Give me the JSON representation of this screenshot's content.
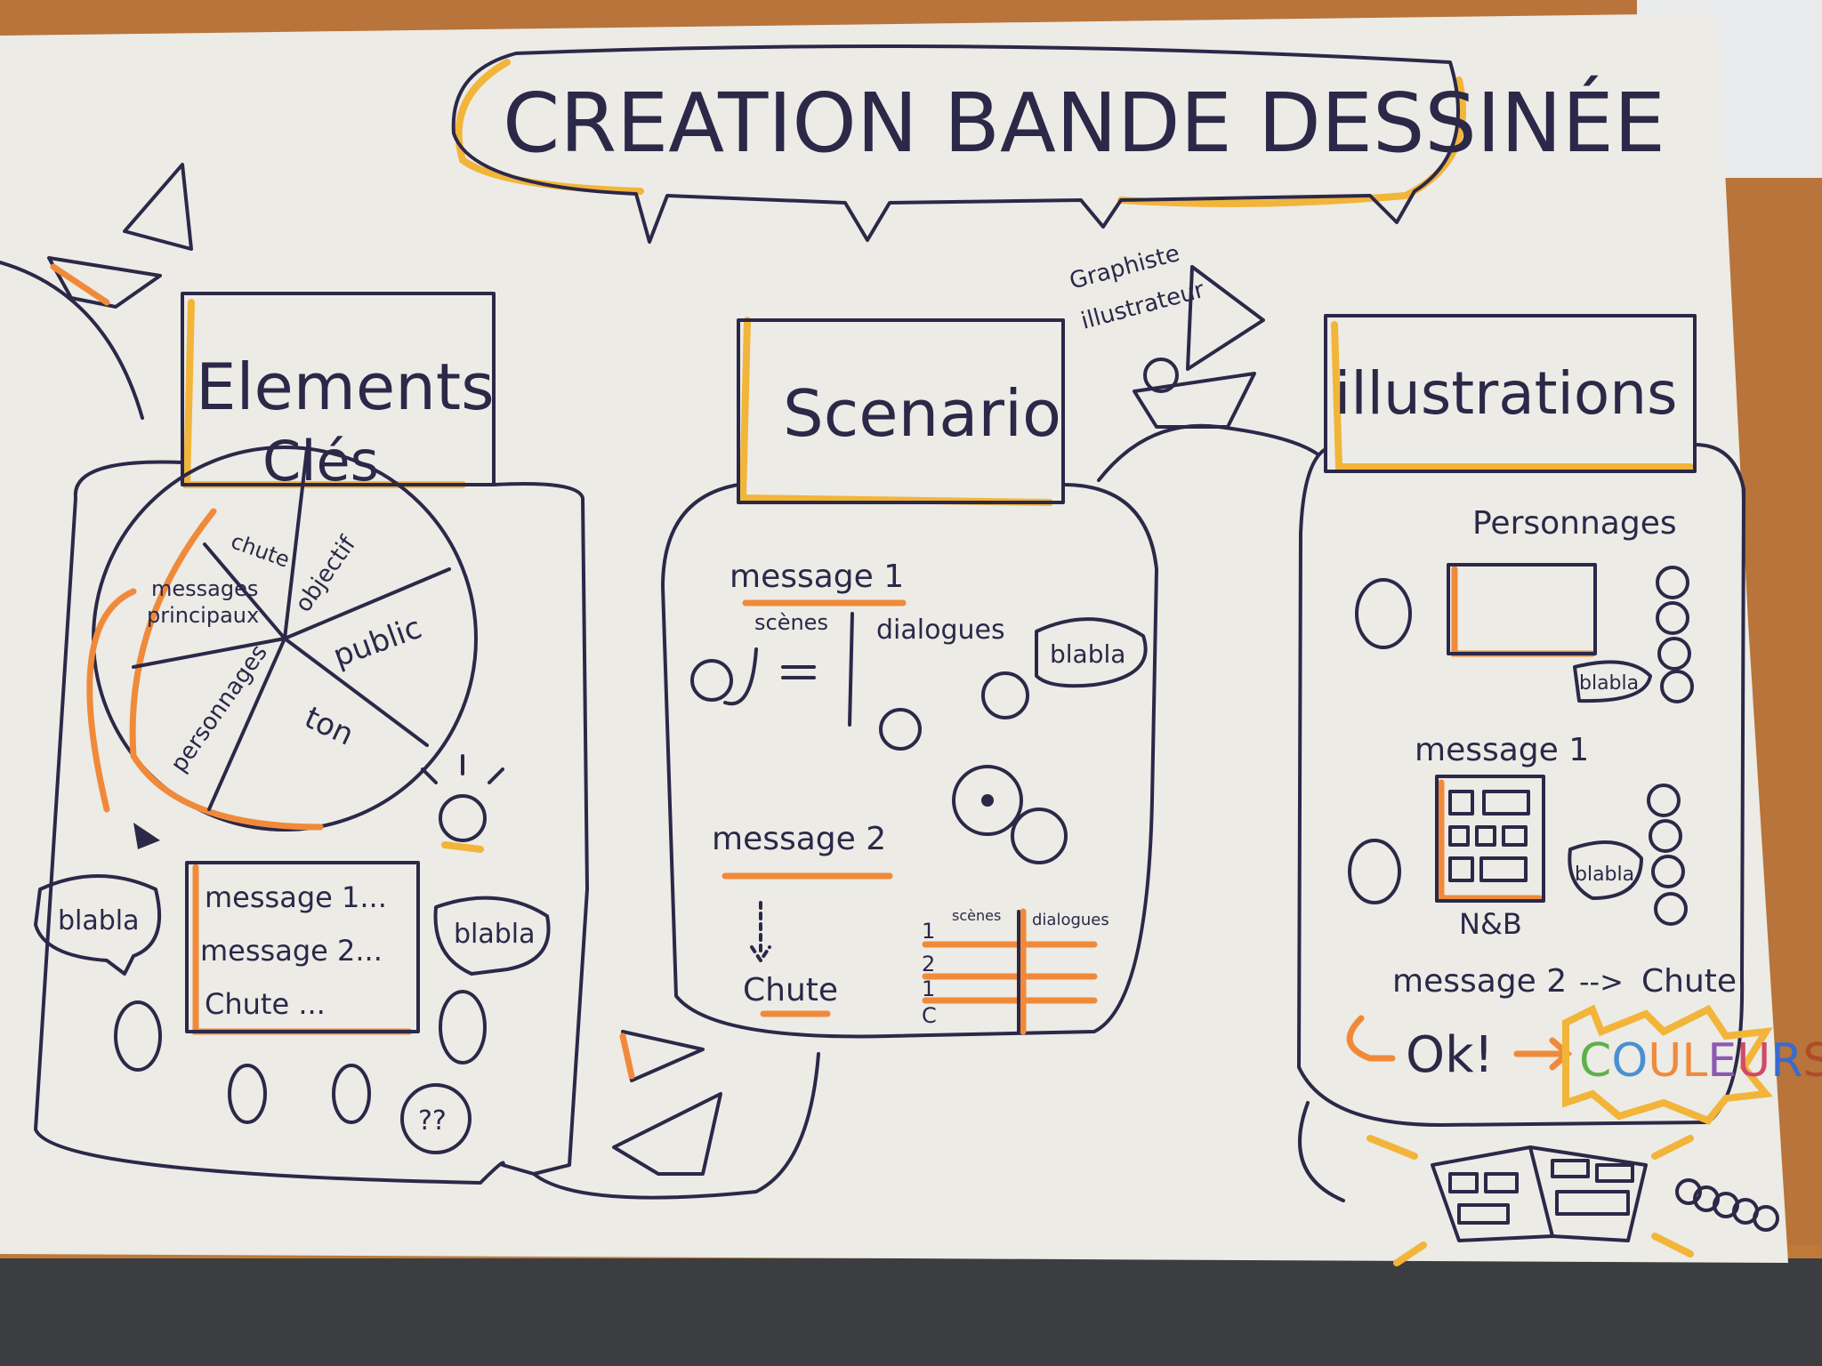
{
  "title": "CREATION BANDE DESSINÉE",
  "left": {
    "box_line1": "Elements",
    "box_line2": "Clés",
    "pie_labels": [
      "chute",
      "objectif",
      "messages",
      "principaux",
      "public",
      "ton",
      "personnages"
    ],
    "list": [
      "message 1...",
      "message 2...",
      "Chute ..."
    ],
    "bubble1": "blabla",
    "bubble2": "blabla",
    "question": "??"
  },
  "middle": {
    "box": "Scenario",
    "annotation_line1": "Graphiste",
    "annotation_line2": "illustrateur",
    "message1": "message 1",
    "scenes": "scènes",
    "dialogues": "dialogues",
    "bubble": "blabla",
    "message2": "message 2",
    "chute": "Chute",
    "table_headers": [
      "scènes",
      "dialogues"
    ],
    "table_rows": [
      "1",
      "2",
      "1",
      "C"
    ]
  },
  "right": {
    "box": "illustrations",
    "personnages": "Personnages",
    "bubble1": "blabla",
    "message1": "message 1",
    "bubble2": "blabla",
    "nb": "N&B",
    "message2": "message 2",
    "arrow": "-->",
    "chute": "Chute",
    "ok": "Ok!",
    "couleurs": [
      "C",
      "O",
      "U",
      "L",
      "E",
      "U",
      "R",
      "S"
    ],
    "couleur_colors": [
      "#5fb04a",
      "#d9a030",
      "#4a90d0",
      "#f08a3a",
      "#d04a6a",
      "#8a5ab0",
      "#3a6ad0",
      "#b04a2a"
    ]
  }
}
